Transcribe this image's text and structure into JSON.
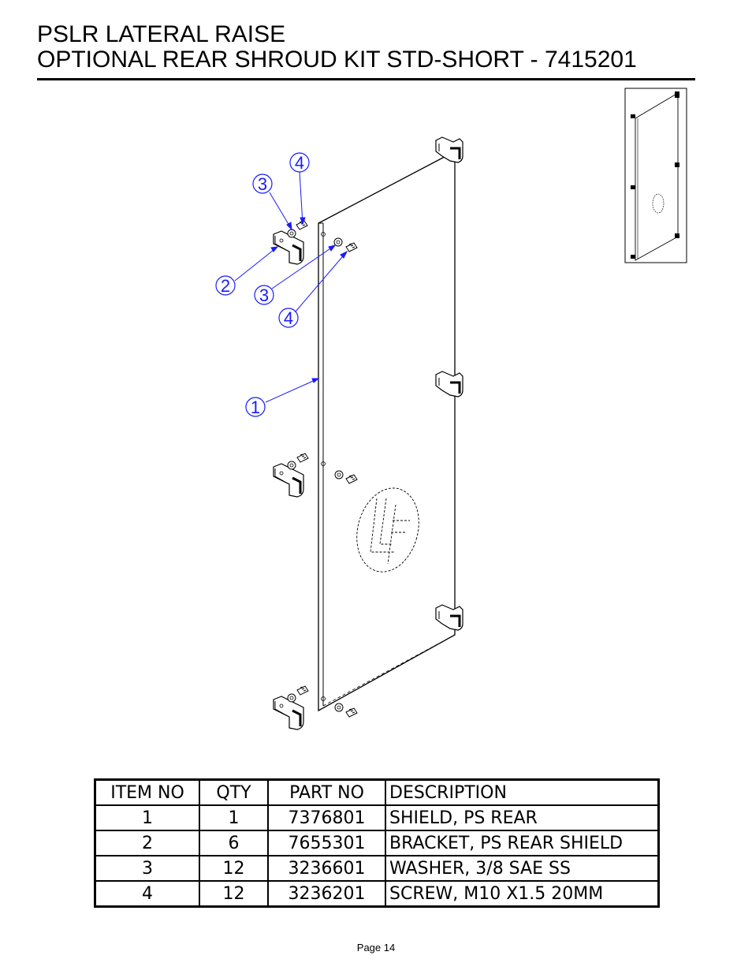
{
  "title": {
    "line1": "PSLR LATERAL RAISE",
    "line2": "OPTIONAL REAR SHROUD KIT STD-SHORT - 7415201"
  },
  "balloons": {
    "b_top_4": "4",
    "b_top_3": "3",
    "b_2": "2",
    "b_mid_3": "3",
    "b_mid_4": "4",
    "b_1": "1"
  },
  "table": {
    "headers": [
      "ITEM NO",
      "QTY",
      "PART NO",
      "DESCRIPTION"
    ],
    "rows": [
      [
        "1",
        "1",
        "7376801",
        "SHIELD, PS REAR"
      ],
      [
        "2",
        "6",
        "7655301",
        "BRACKET, PS REAR SHIELD"
      ],
      [
        "3",
        "12",
        "3236601",
        "WASHER, 3/8 SAE SS"
      ],
      [
        "4",
        "12",
        "3236201",
        "SCREW, M10 X1.5 20MM"
      ]
    ]
  },
  "footer": {
    "page": "Page 14"
  },
  "colors": {
    "balloon": "#1a1aff",
    "line": "#000000"
  }
}
